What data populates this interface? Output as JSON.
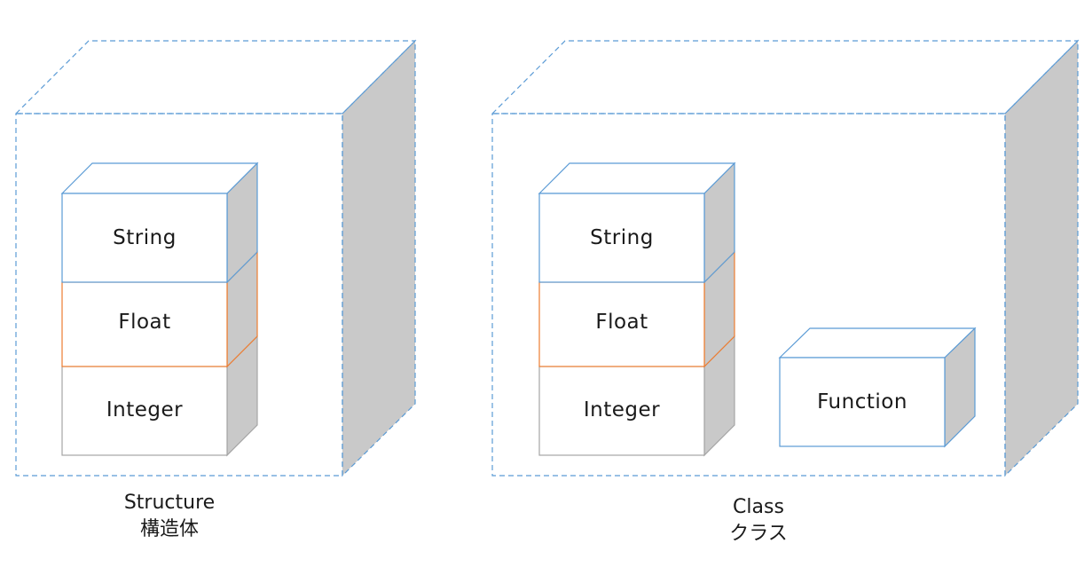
{
  "structure": {
    "fields": {
      "string": "String",
      "float": "Float",
      "integer": "Integer"
    },
    "caption_en": "Structure",
    "caption_ja": "構造体"
  },
  "class": {
    "fields": {
      "string": "String",
      "float": "Float",
      "integer": "Integer"
    },
    "method": "Function",
    "caption_en": "Class",
    "caption_ja": "クラス"
  },
  "colors": {
    "container_outline": "#5b9bd5",
    "string_block": "#5b9bd5",
    "float_block": "#ed7d31",
    "integer_block": "#a5a5a5",
    "side_fill": "#c9c9c9"
  }
}
